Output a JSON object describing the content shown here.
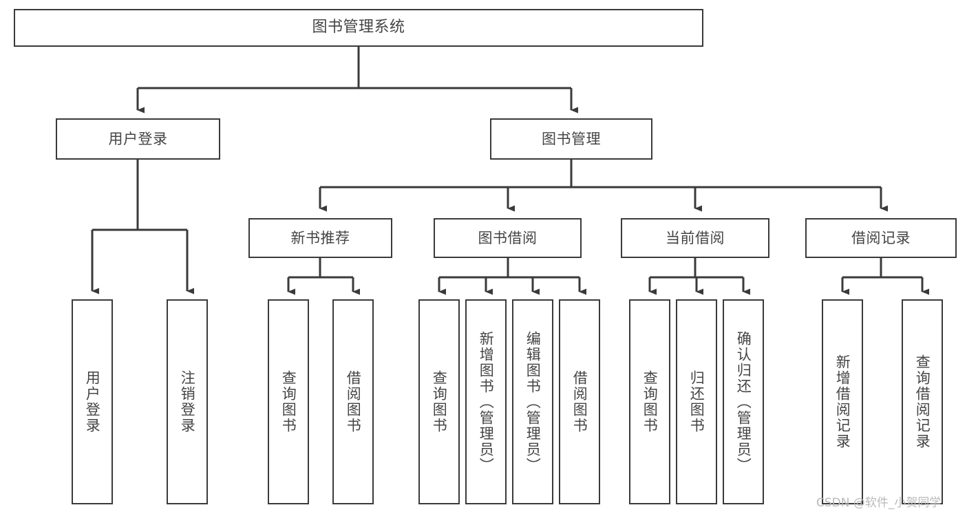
{
  "diagram": {
    "title": "图书管理系统",
    "type": "功能结构图",
    "line_color": "#3a3a3a",
    "box_fill": "#ffffff",
    "text_color": "#444444",
    "watermark": "CSDN @软件_小贺同学"
  },
  "nodes": {
    "root": {
      "label": "图书管理系统"
    },
    "level1": [
      {
        "id": "user-login",
        "label": "用户登录"
      },
      {
        "id": "book-management",
        "label": "图书管理"
      }
    ],
    "level2": [
      {
        "id": "new-book-recommend",
        "label": "新书推荐"
      },
      {
        "id": "book-borrow",
        "label": "图书借阅"
      },
      {
        "id": "current-borrow",
        "label": "当前借阅"
      },
      {
        "id": "borrow-record",
        "label": "借阅记录"
      }
    ],
    "leaves": {
      "user_login": [
        {
          "id": "leaf-user-login",
          "label": "用户登录"
        },
        {
          "id": "leaf-logout-login",
          "label": "注销登录"
        }
      ],
      "new_book_recommend": [
        {
          "id": "leaf-query-book-1",
          "label": "查询图书"
        },
        {
          "id": "leaf-borrow-book-1",
          "label": "借阅图书"
        }
      ],
      "book_borrow": [
        {
          "id": "leaf-query-book-2",
          "label": "查询图书"
        },
        {
          "id": "leaf-add-book",
          "label": "新增图书（管理员）"
        },
        {
          "id": "leaf-edit-book",
          "label": "编辑图书（管理员）"
        },
        {
          "id": "leaf-borrow-book-2",
          "label": "借阅图书"
        }
      ],
      "current_borrow": [
        {
          "id": "leaf-query-book-3",
          "label": "查询图书"
        },
        {
          "id": "leaf-return-book",
          "label": "归还图书"
        },
        {
          "id": "leaf-confirm-return",
          "label": "确认归还（管理员）"
        }
      ],
      "borrow_record": [
        {
          "id": "leaf-add-borrow-record",
          "label": "新增借阅记录"
        },
        {
          "id": "leaf-query-borrow-record",
          "label": "查询借阅记录"
        }
      ]
    }
  }
}
